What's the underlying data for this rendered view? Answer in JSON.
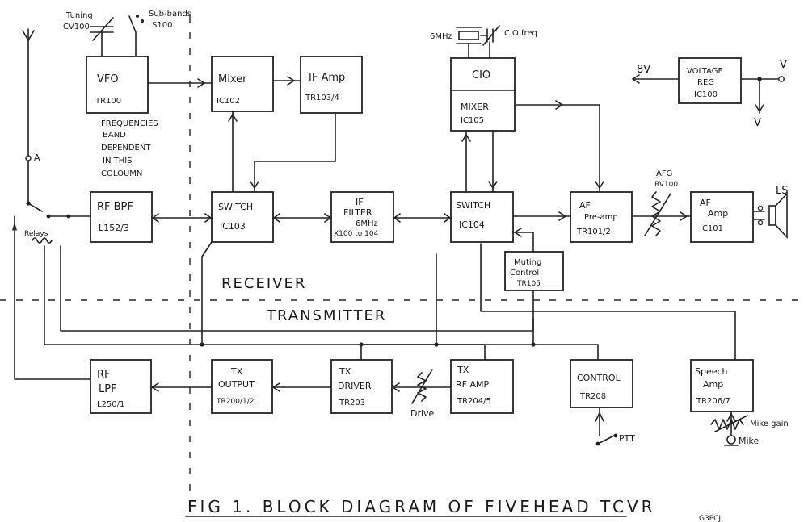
{
  "blocks": {
    "vfo": {
      "name": "VFO",
      "ref": "TR100"
    },
    "mixer1": {
      "name": "Mixer",
      "ref": "IC102"
    },
    "if_amp": {
      "name": "IF Amp",
      "ref": "TR103/4"
    },
    "cio": {
      "name": "CIO"
    },
    "mixer2": {
      "name": "MIXER",
      "ref": "IC105"
    },
    "vreg": {
      "line1": "VOLTAGE",
      "line2": "REG",
      "ref": "IC100"
    },
    "rf_bpf": {
      "name": "RF BPF",
      "ref": "L152/3"
    },
    "switch1": {
      "name": "SWITCH",
      "ref": "IC103"
    },
    "if_filter": {
      "line1": "IF",
      "line2": "FILTER",
      "line3": "6MHz",
      "line4": "X100 to 104"
    },
    "switch2": {
      "name": "SWITCH",
      "ref": "IC104"
    },
    "af_preamp": {
      "line1": "AF",
      "line2": "Pre-amp",
      "ref": "TR101/2"
    },
    "af_amp": {
      "line1": "AF",
      "line2": "Amp",
      "ref": "IC101"
    },
    "muting": {
      "line1": "Muting",
      "line2": "Control",
      "ref": "TR105"
    },
    "rf_lpf": {
      "line1": "RF",
      "line2": "LPF",
      "ref": "L250/1"
    },
    "tx_output": {
      "line1": "TX",
      "line2": "OUTPUT",
      "ref": "TR200/1/2"
    },
    "tx_driver": {
      "line1": "TX",
      "line2": "DRIVER",
      "ref": "TR203"
    },
    "tx_rf_amp": {
      "line1": "TX",
      "line2": "RF AMP",
      "ref": "TR204/5"
    },
    "control": {
      "name": "CONTROL",
      "ref": "TR208"
    },
    "speech_amp": {
      "line1": "Speech",
      "line2": "Amp",
      "ref": "TR206/7"
    }
  },
  "labels": {
    "tuning": "Tuning",
    "tuning_ref": "CV100",
    "subbands": "Sub-bands",
    "subbands_ref": "S100",
    "xtal": "6MHz",
    "cio_freq": "CIO freq",
    "v8": "8V",
    "v_out": "V",
    "v_down": "V",
    "freq_note": [
      "FREQUENCIES",
      "BAND",
      "DEPENDENT",
      "IN THIS",
      "COLOUMN"
    ],
    "antenna": "A",
    "relays": "Relays",
    "afg": "AFG",
    "afg_ref": "RV100",
    "ls": "LS",
    "receiver": "RECEIVER",
    "transmitter": "TRANSMITTER",
    "drive": "Drive",
    "ptt": "PTT",
    "mike_gain": "Mike gain",
    "mike": "Mike",
    "signature": "G3PCJ"
  },
  "title": "FIG 1.  BLOCK DIAGRAM  OF  FIVEHEAD  TCVR"
}
